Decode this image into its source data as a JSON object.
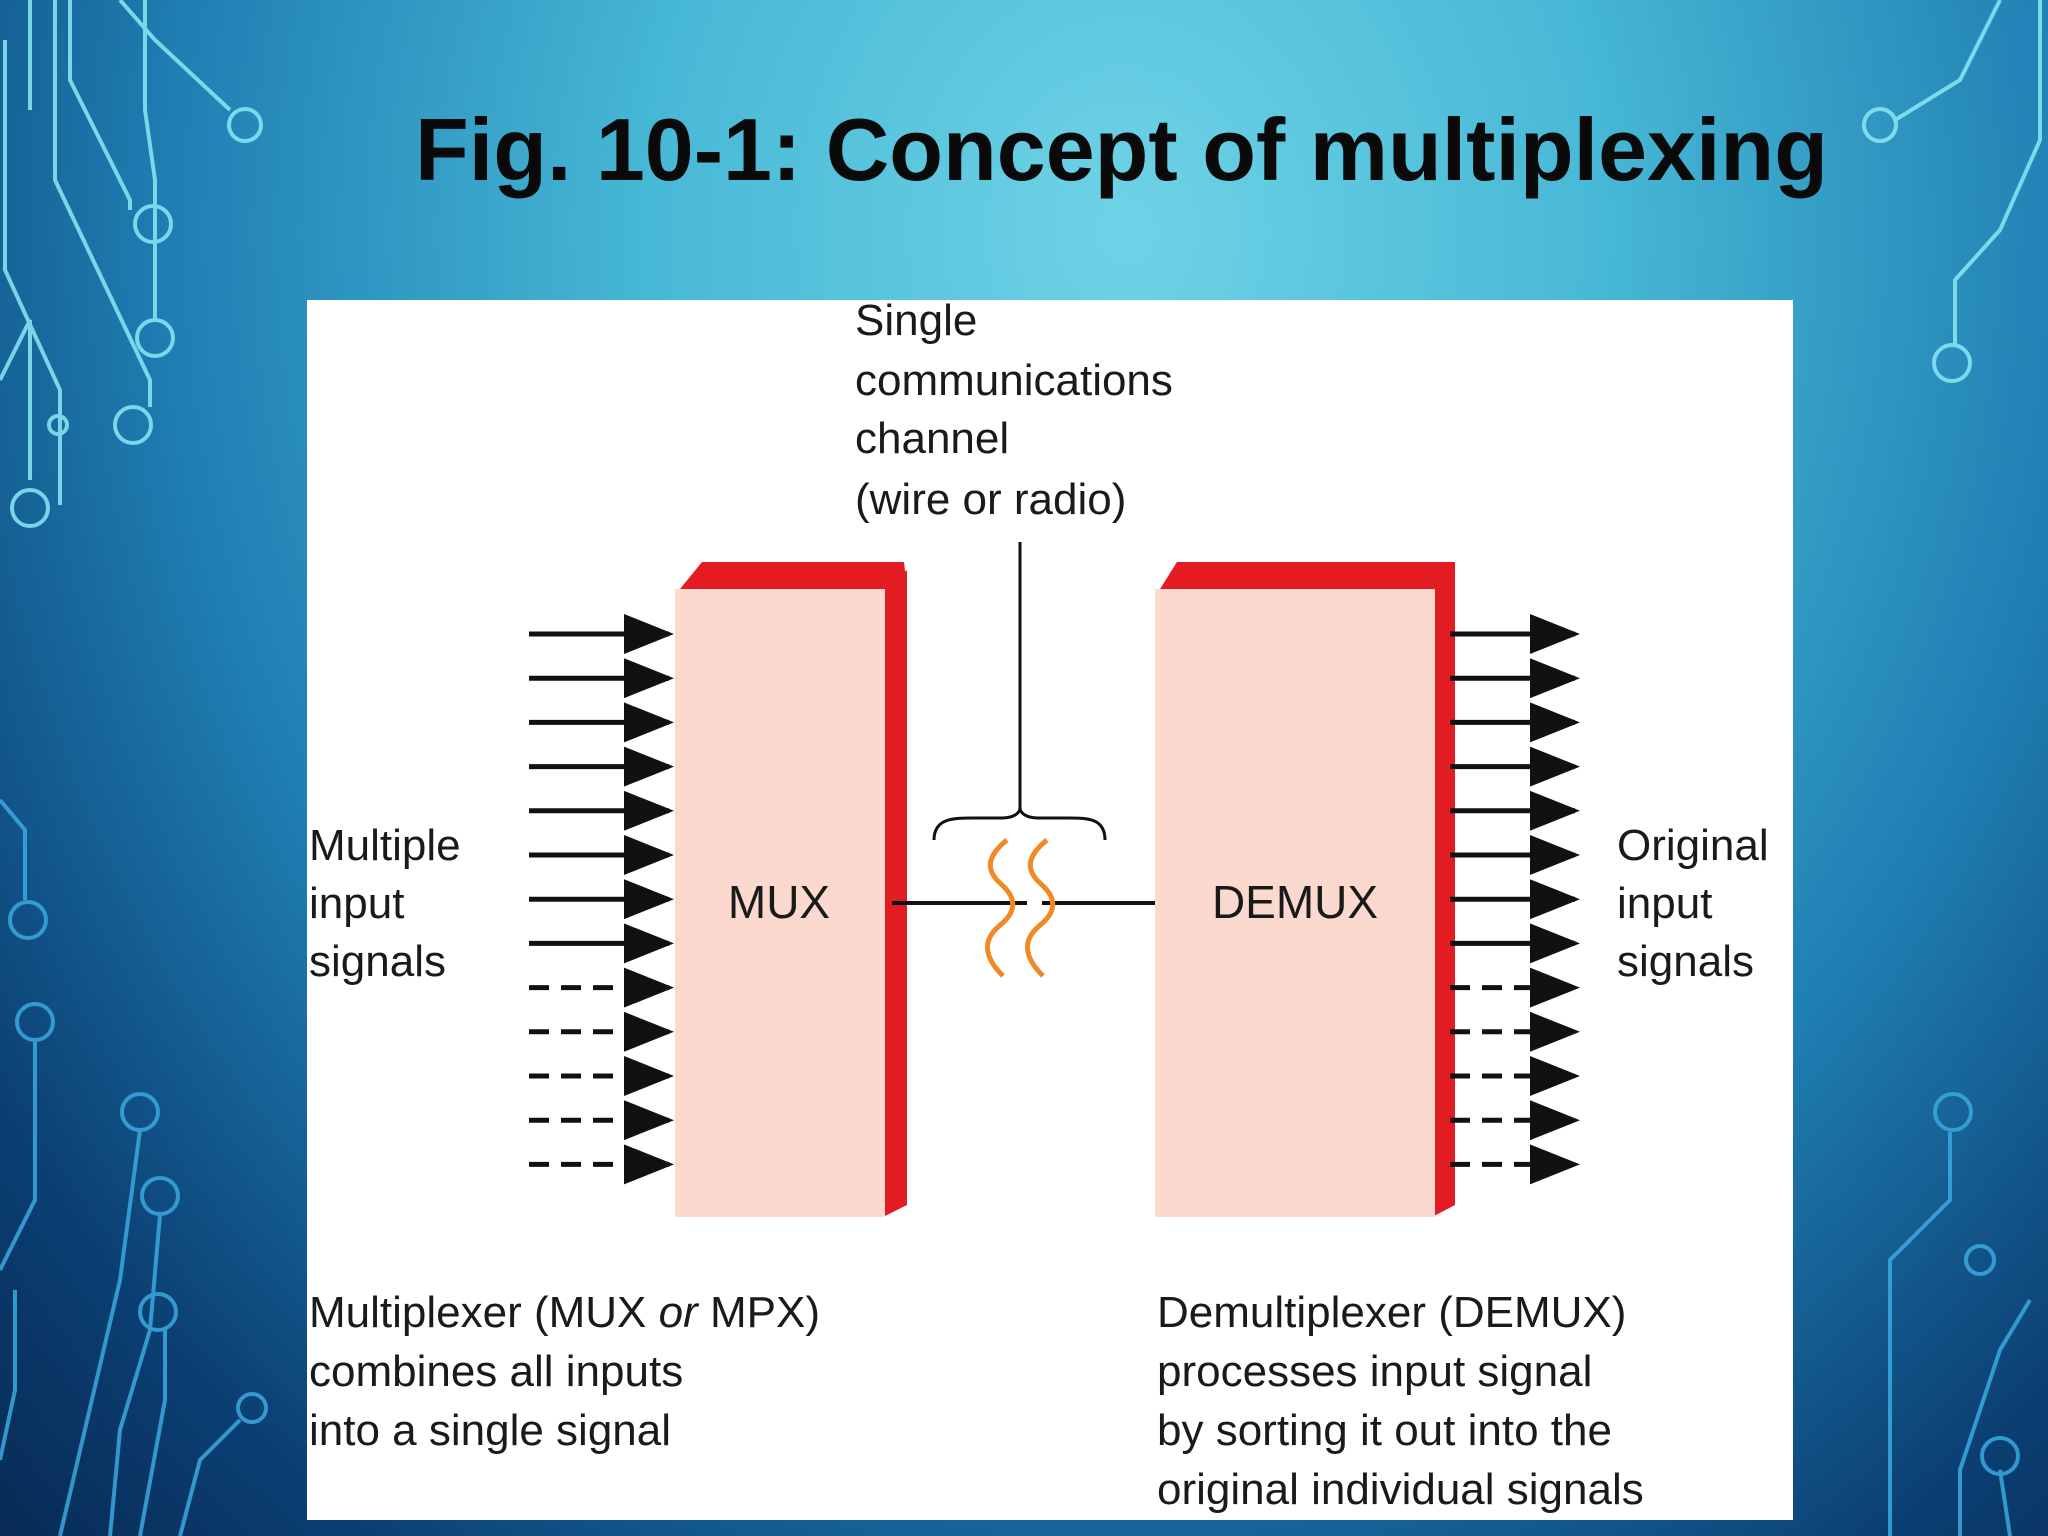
{
  "slide": {
    "title": "Fig. 10-1: Concept of multiplexing"
  },
  "diagram": {
    "channel_label": [
      "Single",
      "communications",
      "channel",
      "(wire or radio)"
    ],
    "mux_label": "MUX",
    "demux_label": "DEMUX",
    "left_label": [
      "Multiple",
      "input",
      "signals"
    ],
    "right_label": [
      "Original",
      "input",
      "signals"
    ],
    "mux_caption": [
      "Multiplexer (MUX ",
      "or",
      " MPX)",
      "combines all inputs",
      "into a single signal"
    ],
    "demux_caption": [
      "Demultiplexer (DEMUX)",
      "processes input signal",
      "by sorting it out into the",
      "original individual signals"
    ],
    "solid_inputs": 8,
    "dashed_inputs": 5,
    "colors": {
      "block_face": "#fcd9cf",
      "block_edge": "#e31b23",
      "wave": "#f08a24",
      "line": "#111111"
    }
  }
}
